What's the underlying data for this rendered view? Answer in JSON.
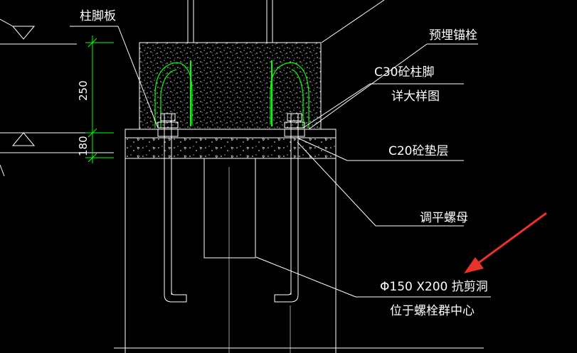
{
  "drawing": {
    "labels": {
      "column_plate": "柱脚板",
      "anchor_bolt": "预埋锚栓",
      "c30_base_line1": "C30砼柱脚",
      "c30_base_line2": "详大样图",
      "c20_pad": "C20砼垫层",
      "leveling_nut": "调平螺母",
      "shear_hole_line1": "Φ150 X200 抗剪洞",
      "shear_hole_line2": "位于螺栓群中心"
    },
    "dimensions": {
      "upper": "250",
      "lower": "180"
    },
    "colors": {
      "background": "#000000",
      "linework": "#ffffff",
      "dimension": "#00ff00",
      "rebar": "#00ff00",
      "arrow": "#e8322a"
    }
  }
}
